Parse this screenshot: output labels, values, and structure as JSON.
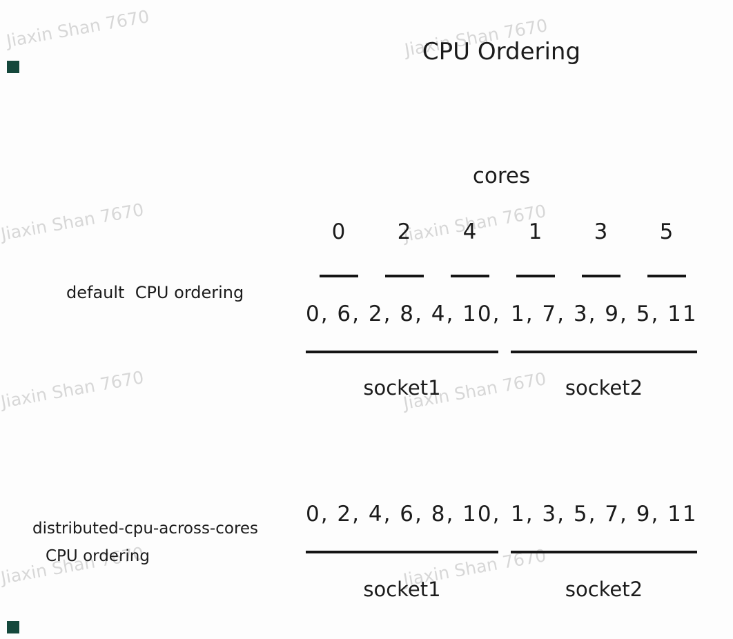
{
  "watermark": {
    "text": "Jiaxin Shan 7670"
  },
  "title": "CPU Ordering",
  "cores": {
    "label": "cores",
    "numbers": [
      "0",
      "2",
      "4",
      "1",
      "3",
      "5"
    ]
  },
  "default_section": {
    "label": "default  CPU ordering",
    "socket1_cpus": "0, 6, 2, 8, 4, 10,",
    "socket2_cpus": "1, 7, 3, 9, 5, 11",
    "socket1_label": "socket1",
    "socket2_label": "socket2"
  },
  "distributed_section": {
    "label_line1": "distributed-cpu-across-cores",
    "label_line2": "CPU ordering",
    "socket1_cpus": "0, 2, 4, 6, 8, 10,",
    "socket2_cpus": "1, 3, 5, 7, 9, 11",
    "socket1_label": "socket1",
    "socket2_label": "socket2"
  }
}
